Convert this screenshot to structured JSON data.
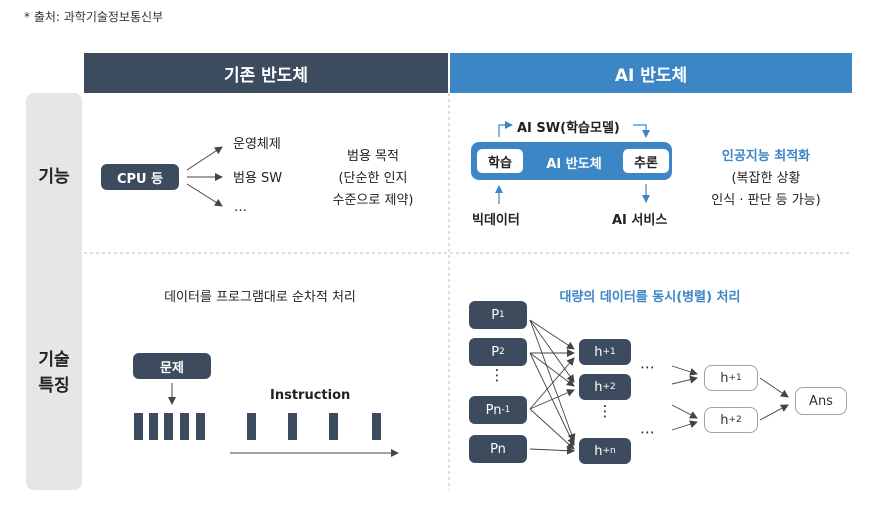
{
  "source": "* 출처: 과학기술정보통신부",
  "headers": {
    "left": "기존 반도체",
    "right": "AI 반도체"
  },
  "rows": {
    "function": "기능",
    "tech_line1": "기술",
    "tech_line2": "특징"
  },
  "function_left": {
    "cpu": "CPU 등",
    "outputs": [
      "운영체제",
      "범용 SW",
      "…"
    ],
    "purpose_line1": "범용 목적",
    "purpose_line2": "(단순한 인지",
    "purpose_line3": "수준으로 제약)"
  },
  "function_right": {
    "top_label": "AI SW(학습모델)",
    "learn": "학습",
    "chip": "AI 반도체",
    "infer": "추론",
    "bigdata": "빅데이터",
    "service": "AI 서비스",
    "opt_line1": "인공지능 최적화",
    "opt_line2": "(복잡한 상황",
    "opt_line3": "인식 · 판단 등 가능)"
  },
  "tech_left": {
    "title": "데이터를 프로그램대로 순차적 처리",
    "problem": "문제",
    "instruction": "Instruction"
  },
  "tech_right": {
    "title": "대량의 데이터를 동시(병렬) 처리",
    "p1": "P",
    "p1_sub": "1",
    "p2": "P",
    "p2_sub": "2",
    "pvdots": "⋮",
    "pn1": "Pn",
    "pn1_sub": "-1",
    "pn": "Pn",
    "h1": "h",
    "h1_sub": "+1",
    "h2": "h",
    "h2_sub": "+2",
    "hvdots": "⋮",
    "hn": "h",
    "hn_sub": "+n",
    "hdots1": "⋯",
    "hdots2": "⋯",
    "h21": "h",
    "h21_sub": "+1",
    "h22": "h",
    "h22_sub": "+2",
    "ans": "Ans"
  },
  "colors": {
    "dark": "#3d4b5e",
    "blue": "#3d86c6",
    "gray": "#e6e6e6"
  }
}
